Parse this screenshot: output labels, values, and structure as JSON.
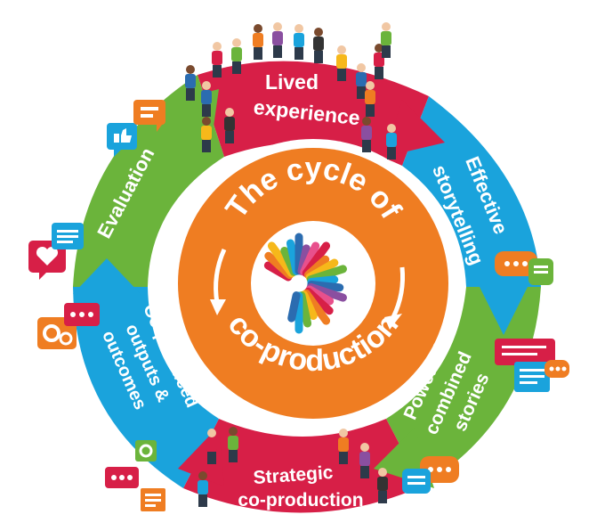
{
  "center": {
    "title_line1": "The cycle of",
    "title_line2": "co-production"
  },
  "stages": [
    {
      "id": "lived-experience",
      "lines": [
        "Lived",
        "experience"
      ],
      "color": "#d71f47"
    },
    {
      "id": "effective-storytelling",
      "lines": [
        "Effective",
        "storytelling"
      ],
      "color": "#1aa3dc"
    },
    {
      "id": "power-of-combined-stories",
      "lines": [
        "Power of",
        "combined",
        "stories"
      ],
      "color": "#6bb43b"
    },
    {
      "id": "strategic-co-production",
      "lines": [
        "Strategic",
        "co-production"
      ],
      "color": "#d71f47"
    },
    {
      "id": "co-produced-outputs",
      "lines": [
        "Co-produced",
        "outputs &",
        "outcomes"
      ],
      "color": "#1aa3dc"
    },
    {
      "id": "evaluation",
      "lines": [
        "Evaluation"
      ],
      "color": "#6bb43b"
    }
  ],
  "colors": {
    "center_orange": "#ef7d22",
    "red": "#d71f47",
    "blue": "#1aa3dc",
    "green": "#6bb43b",
    "logo_palette": [
      "#d71f47",
      "#ef7d22",
      "#f6b81a",
      "#6bb43b",
      "#1aa3dc",
      "#2b6cb0",
      "#8a4fa0",
      "#e8508c"
    ]
  },
  "icons": [
    "chat-bubble-icon",
    "thumbs-up-icon",
    "heart-icon",
    "gear-icon",
    "document-icon",
    "message-list-icon",
    "people-illustration"
  ]
}
